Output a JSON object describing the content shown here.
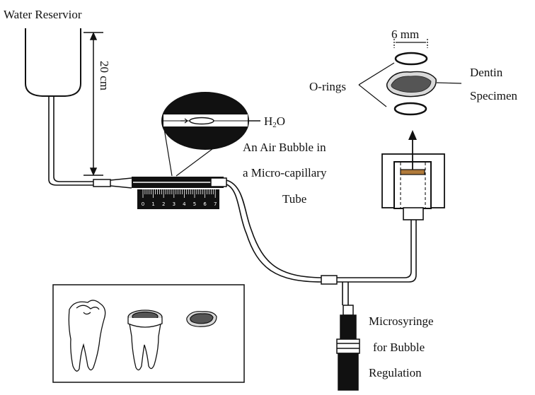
{
  "labels": {
    "water_reservoir": "Water Reservior",
    "height": "20 cm",
    "width": "6 mm",
    "o_rings": "O-rings",
    "dentin_line1": "Dentin",
    "dentin_line2": "Specimen",
    "h2o_main": "H",
    "h2o_sub": "2",
    "h2o_tail": "O",
    "bubble_line1": "An Air Bubble in",
    "bubble_line2": "a Micro-capillary",
    "bubble_line3": "Tube",
    "syringe_line1": "Microsyringe",
    "syringe_line2": "for Bubble",
    "syringe_line3": "Regulation"
  },
  "ruler": {
    "ticks": [
      "0",
      "1",
      "2",
      "3",
      "4",
      "5",
      "6",
      "7"
    ]
  },
  "colors": {
    "ink": "#111111",
    "specimen_fill": "#d9d9d9",
    "pulp_fill": "#555555",
    "disc_fill": "#b07a3a"
  }
}
